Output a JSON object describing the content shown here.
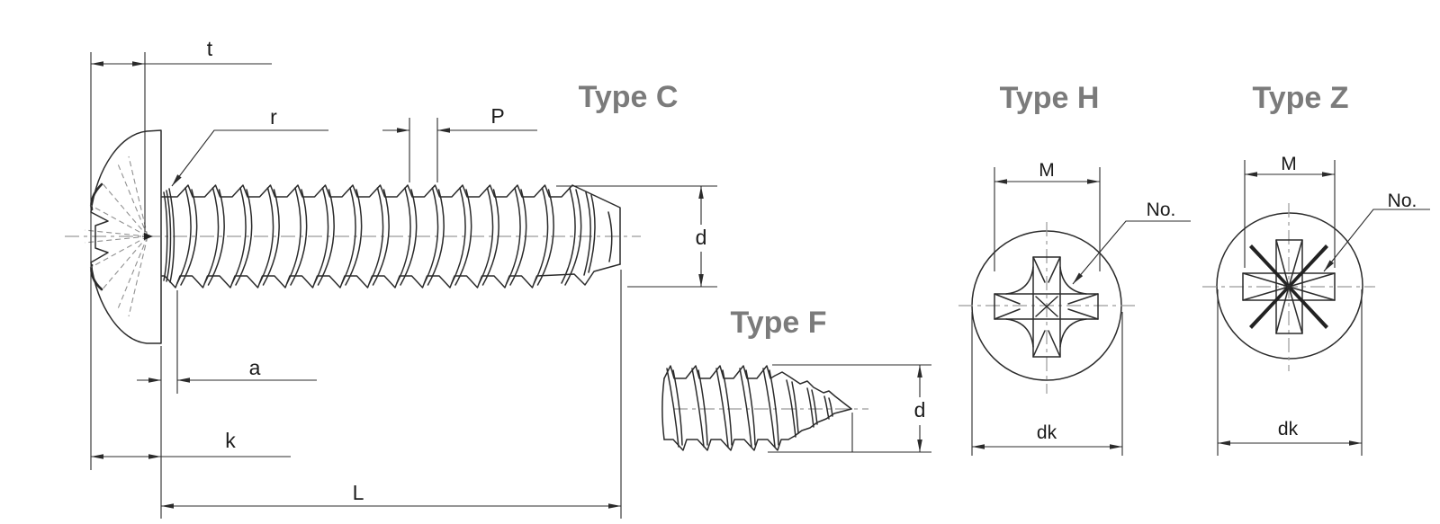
{
  "drawing": {
    "type_c": {
      "title": "Type C",
      "labels": {
        "t": "t",
        "r": "r",
        "p": "P",
        "d": "d",
        "a": "a",
        "k": "k",
        "l": "L"
      }
    },
    "type_f": {
      "title": "Type F",
      "labels": {
        "d": "d"
      }
    },
    "type_h": {
      "title": "Type H",
      "labels": {
        "m": "M",
        "no": "No.",
        "dk": "dk"
      }
    },
    "type_z": {
      "title": "Type Z",
      "labels": {
        "m": "M",
        "no": "No.",
        "dk": "dk"
      }
    }
  },
  "colors": {
    "line": "#2b2b2b",
    "dimension": "#2b2b2b",
    "centerline": "#9a9a9a",
    "title": "#7b7b7b",
    "label": "#1b1b1b",
    "background": "#ffffff"
  }
}
